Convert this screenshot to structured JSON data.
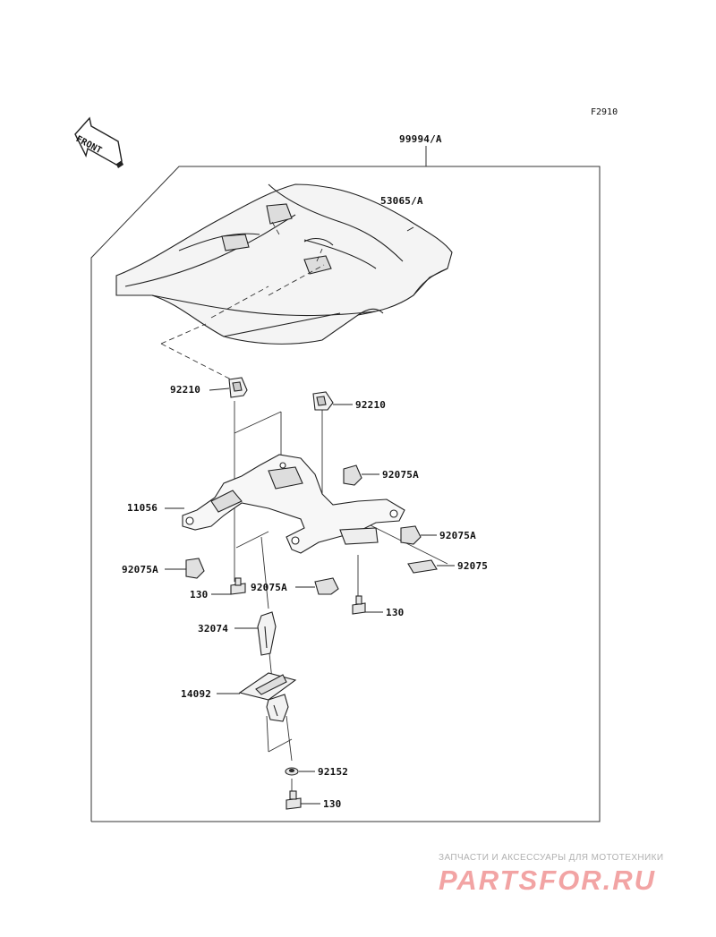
{
  "figure_id": "F2910",
  "front_label": "FRONT",
  "parts": {
    "kit": "99994/A",
    "cover": "53065/A",
    "clip_left": "92210",
    "clip_right": "92210",
    "bracket": "11056",
    "damper_top_right": "92075A",
    "damper_right": "92075A",
    "damper_left": "92075A",
    "damper_center": "92075A",
    "pad": "92075",
    "bolt_left": "130",
    "bolt_right": "130",
    "stay": "32074",
    "holder": "14092",
    "washer": "92152",
    "bolt_bottom": "130"
  },
  "watermark": {
    "tagline": "ЗАПЧАСТИ И АКСЕССУАРЫ ДЛЯ МОТОТЕХНИКИ",
    "logo": "PARTSFOR.RU"
  }
}
